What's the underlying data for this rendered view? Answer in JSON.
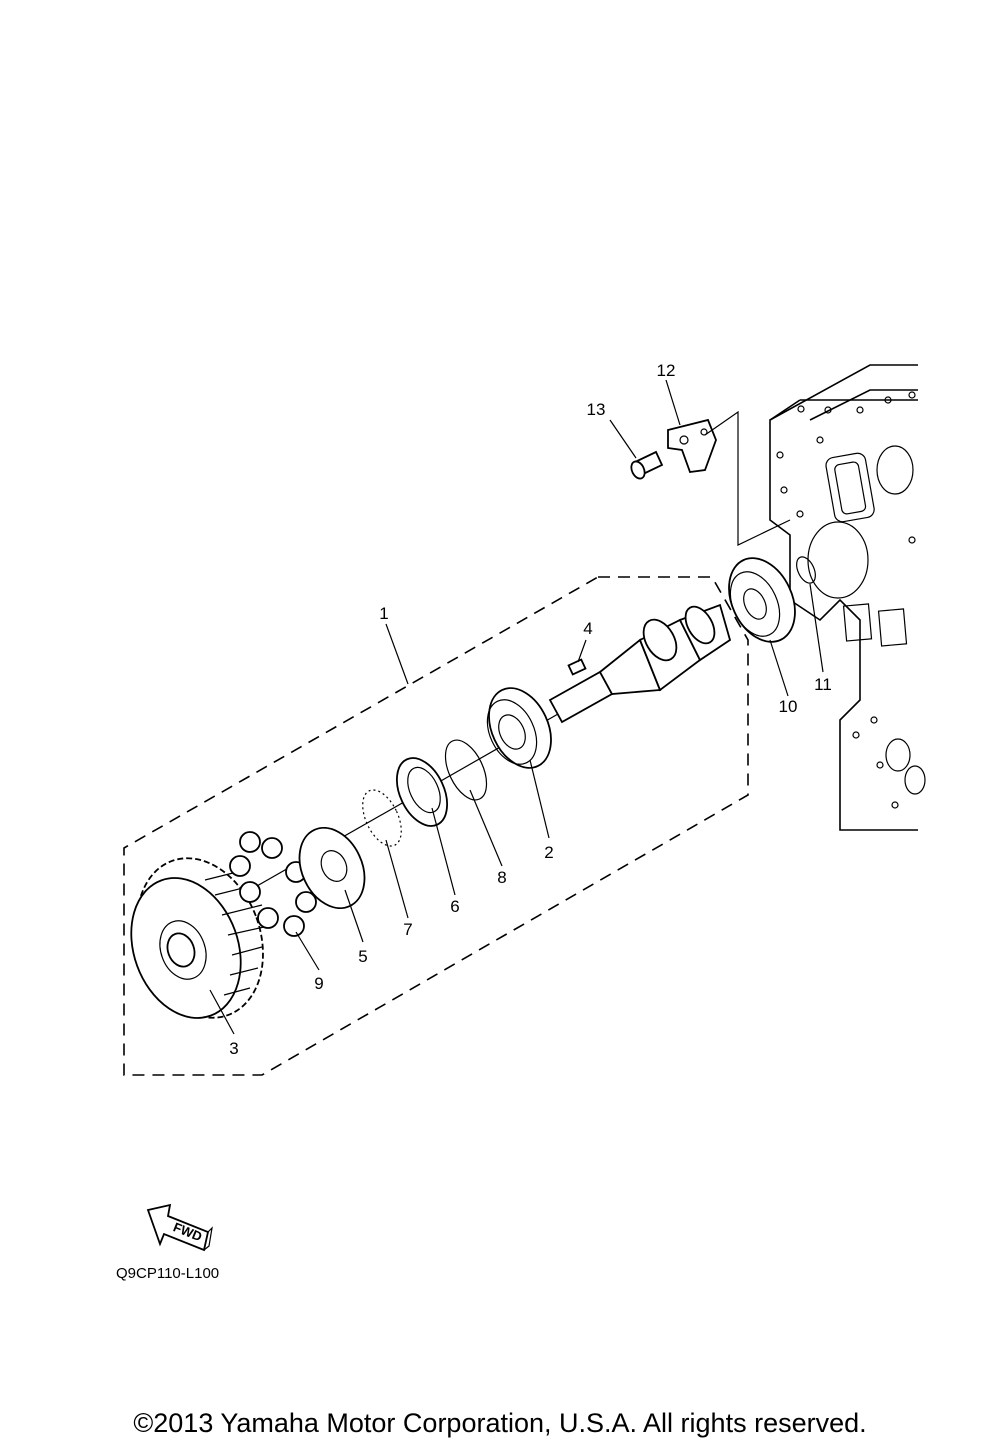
{
  "callouts": [
    "1",
    "2",
    "3",
    "4",
    "5",
    "6",
    "7",
    "8",
    "9",
    "10",
    "11",
    "12",
    "13"
  ],
  "fwd_label": "FWD",
  "drawing_code": "Q9CP110-L100",
  "copyright": "©2013 Yamaha Motor Corporation, U.S.A. All rights reserved."
}
